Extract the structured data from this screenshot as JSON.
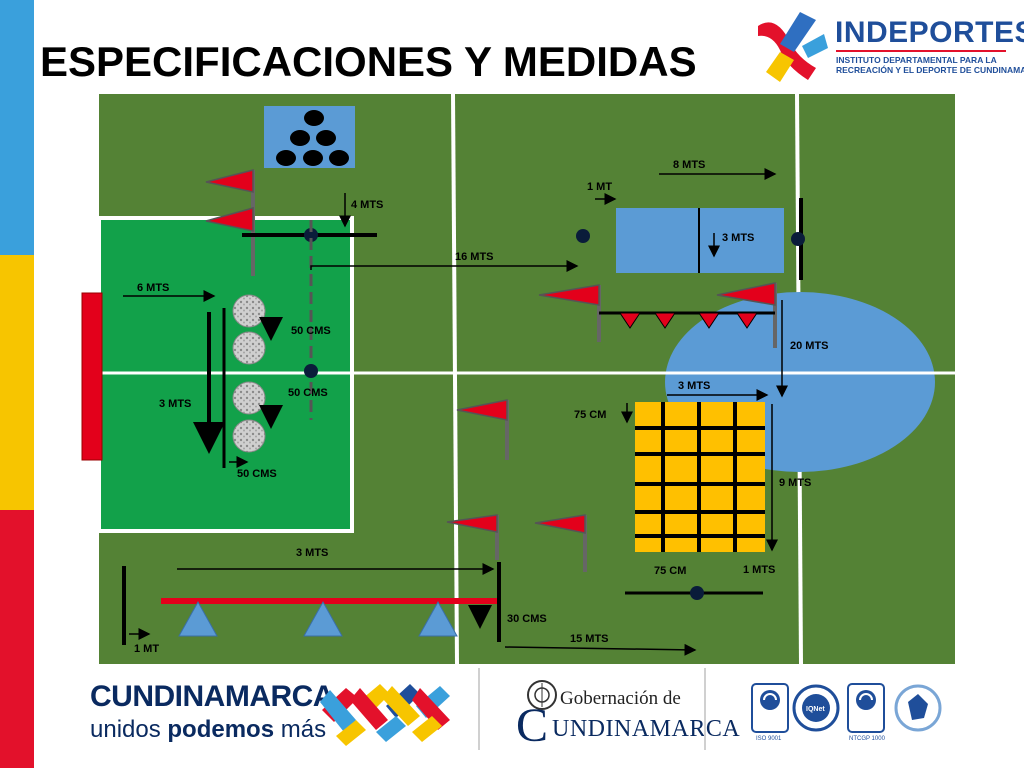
{
  "title": "ESPECIFICACIONES Y MEDIDAS",
  "header_logo": {
    "name": "INDEPORTES",
    "sub_line1": "INSTITUTO DEPARTAMENTAL PARA LA",
    "sub_line2": "RECREACIÓN Y EL DEPORTE DE CUNDINAMARCA"
  },
  "colors": {
    "stripe_blue": "#3aa0dc",
    "stripe_yellow": "#f7c500",
    "stripe_red": "#e3112b",
    "field_green": "#548235",
    "zone_green": "#12a14a",
    "zone_blue": "#5b9bd5",
    "grid_yellow": "#ffc000",
    "flag_red": "#e3001b",
    "accent_navy": "#1f4e9a"
  },
  "diagram": {
    "measure_labels": {
      "m_4mts": "4 MTS",
      "m_8mts": "8 MTS",
      "m_1mt_top": "1 MT",
      "m_3mts_box": "3 MTS",
      "m_16mts": "16 MTS",
      "m_6mts": "6 MTS",
      "m_50cms_a": "50 CMS",
      "m_50cms_b": "50 CMS",
      "m_3mts_left": "3 MTS",
      "m_50cms_c": "50 CMS",
      "m_20mts": "20 MTS",
      "m_3mts_grid": "3 MTS",
      "m_75cm_top": "75 CM",
      "m_9mts": "9 MTS",
      "m_75cm_bottom": "75 CM",
      "m_1mts": "1 MTS",
      "m_3mts_bottom": "3 MTS",
      "m_30cms": "30 CMS",
      "m_15mts": "15 MTS",
      "m_1mt_bottom": "1 MT"
    },
    "icons": [
      "balls-stack-icon",
      "flag-icon",
      "cone-icon",
      "ball-icon",
      "triangle-marker-icon"
    ]
  },
  "footer": {
    "cund_name": "CUNDINAMARCA",
    "cund_slogan_a": "unidos ",
    "cund_slogan_b": "podemos",
    "cund_slogan_c": " más",
    "gob_line1": "Gobernación de",
    "gob_line2": "UNDINAMARCA",
    "gob_initial": "C",
    "cert1": "ISO 9001",
    "cert2": "IQNet",
    "cert3": "NTCGP 1000"
  }
}
